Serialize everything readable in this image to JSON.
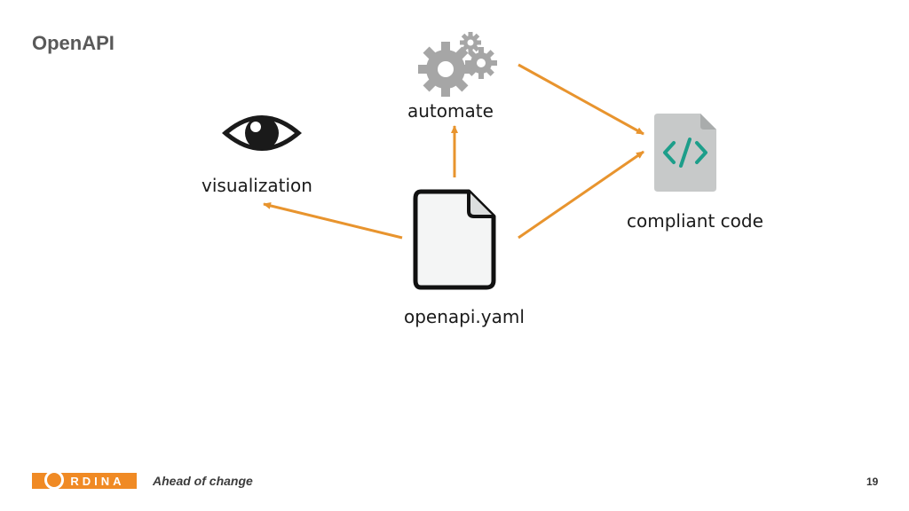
{
  "slide": {
    "title": "OpenAPI",
    "page_number": "19"
  },
  "diagram": {
    "nodes": {
      "source": {
        "label": "openapi.yaml",
        "icon": "document-icon"
      },
      "visualization": {
        "label": "visualization",
        "icon": "eye-icon"
      },
      "automate": {
        "label": "automate",
        "icon": "gears-icon"
      },
      "compliant_code": {
        "label": "compliant code",
        "icon": "code-file-icon"
      }
    },
    "edges": [
      {
        "from": "source",
        "to": "visualization"
      },
      {
        "from": "source",
        "to": "automate"
      },
      {
        "from": "source",
        "to": "compliant_code"
      },
      {
        "from": "automate",
        "to": "compliant_code"
      }
    ],
    "arrow_color": "#e8942e"
  },
  "footer": {
    "logo_text": "RDINA",
    "tagline": "Ahead of change",
    "brand_color": "#f08a24"
  }
}
